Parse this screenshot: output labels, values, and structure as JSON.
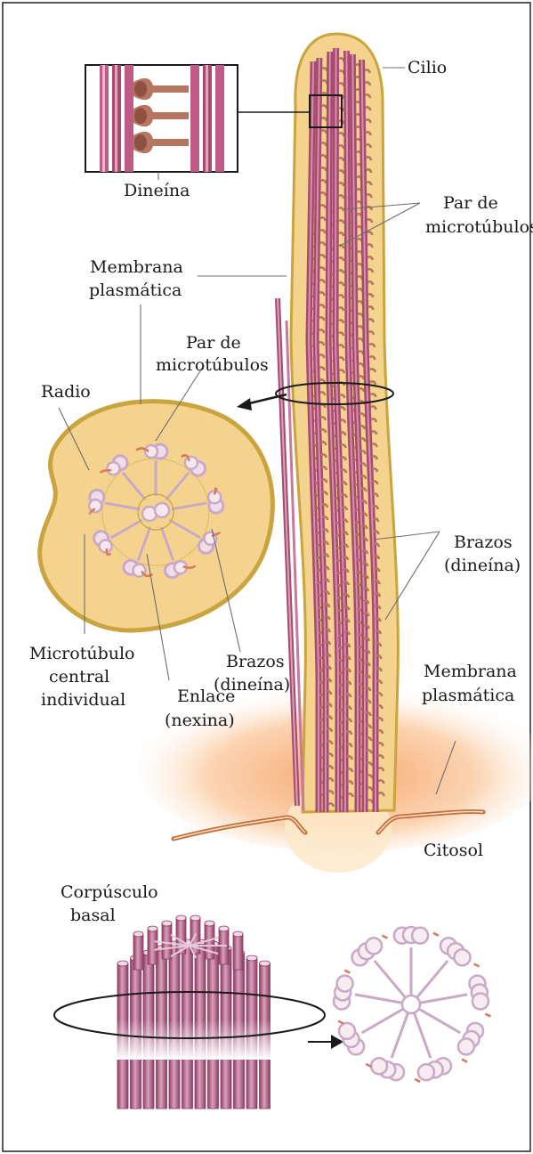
{
  "labels": {
    "cilio": "Cilio",
    "dineina": "Dineína",
    "par_top_1": "Par de",
    "par_top_2": "microtúbulos",
    "membrana_top_1": "Membrana",
    "membrana_top_2": "plasmática",
    "par_mid_1": "Par de",
    "par_mid_2": "microtúbulos",
    "radio": "Radio",
    "brazos_right_1": "Brazos",
    "brazos_right_2": "(dineína)",
    "brazos_mid_1": "Brazos",
    "brazos_mid_2": "(dineína)",
    "micro_1": "Microtúbulo",
    "micro_2": "central",
    "micro_3": "individual",
    "enlace_1": "Enlace",
    "enlace_2": "(nexina)",
    "membrana_right_1": "Membrana",
    "membrana_right_2": "plasmática",
    "citosol": "Citosol",
    "corpusculo_1": "Corpúsculo",
    "corpusculo_2": "basal"
  },
  "colors": {
    "membrane_fill": "#f3d38e",
    "membrane_edge": "#c9a43f",
    "microtubule": "#a8496e",
    "microtubule_light": "#d6a2be",
    "dynein": "#b5755f",
    "cytosol": "#f7b77f",
    "ring": "#c9a9c6"
  }
}
